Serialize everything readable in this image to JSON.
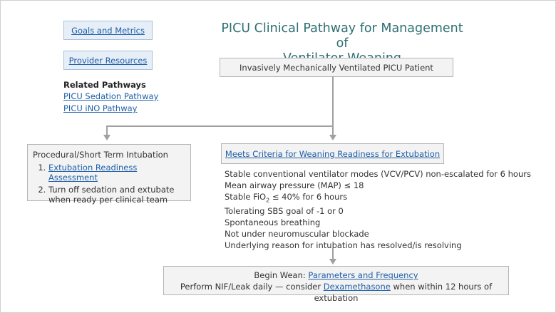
{
  "sidebar": {
    "goals_button": "Goals and Metrics",
    "resources_button": "Provider Resources",
    "related_title": "Related Pathways",
    "related_links": [
      "PICU Sedation Pathway",
      "PICU iNO Pathway"
    ]
  },
  "title_line1": "PICU Clinical Pathway for Management of",
  "title_line2": "Ventilator Weaning",
  "start_box": "Invasively Mechanically Ventilated PICU Patient",
  "left_box": {
    "title": "Procedural/Short Term Intubation",
    "item1": "Extubation Readiness Assessment",
    "item2": "Turn off sedation and extubate when ready per clinical team"
  },
  "criteria_box": "Meets Criteria for Weaning Readiness for Extubation",
  "criteria": {
    "c1": "Stable conventional ventilator modes (VCV/PCV) non-escalated for 6 hours",
    "c2": "Mean airway pressure (MAP) ≤ 18",
    "c3_pre": "Stable FiO",
    "c3_sub": "2",
    "c3_post": " ≤ 40% for 6 hours",
    "c4": "Tolerating SBS goal of -1 or 0",
    "c5": "Spontaneous breathing",
    "c6": "Not under neuromuscular blockade",
    "c7": "Underlying reason for intubation has resolved/is resolving"
  },
  "wean_box": {
    "line1_prefix": "Begin Wean: ",
    "line1_link": "Parameters and Frequency",
    "line2_prefix": "Perform NIF/Leak daily — consider ",
    "line2_link": "Dexamethasone",
    "line2_suffix": " when within 12 hours of extubation"
  },
  "colors": {
    "title": "#2e6f72",
    "link": "#1f5fa8",
    "button_bg": "#e6eef7",
    "box_bg": "#f3f3f3",
    "connector": "#a0a0a0"
  }
}
